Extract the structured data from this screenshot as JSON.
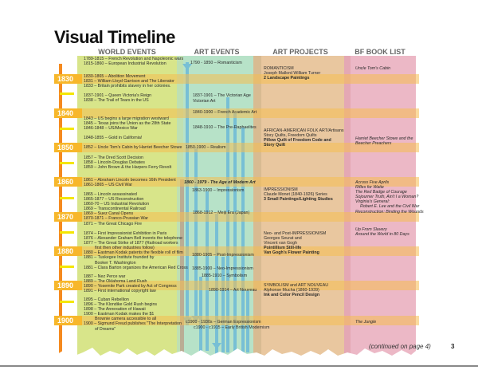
{
  "title": "Visual Timeline",
  "headers": {
    "world": "WORLD EVENTS",
    "art_events": "ART EVENTS",
    "art_projects": "ART PROJECTS",
    "book_list": "BF BOOK LIST"
  },
  "colors": {
    "world": "#d8e58a",
    "art_events": "#b7e2c8",
    "art_projects": "#e9c79f",
    "book_list": "#ecb8c6",
    "year_band": "#f7b72b",
    "timeline": "#f58a1f",
    "arrows": "#6cb9d8"
  },
  "years": [
    "1830",
    "1840",
    "1850",
    "1860",
    "1870",
    "1880",
    "1890",
    "1900"
  ],
  "world_events": [
    [
      "1789-1815 – French Revolution and Napoleonic wars",
      "1815-1860 – European Industrial Revolution"
    ],
    [
      "1830-1865 – Abolition Movement",
      "1831 – William Lloyd Garrison and The Liberator",
      "1833 – Britain prohibits slavery in her colonies."
    ],
    [
      "1837-1901 – Queen Victoria's Reign",
      "1838 – The Trail of Tears in the US"
    ],
    [
      "1843 – US begins a large migration westward",
      "1845 – Texas joins the Union as the 28th State",
      "1846-1848 – US/Mexico War"
    ],
    [
      "1848-1855 – Gold in California!"
    ],
    [
      "1852 – Uncle Tom's Cabin by Harriet Beecher Stowe"
    ],
    [
      "1857 – The Dred Scott Decision",
      "1858 – Lincoln-Douglas Debates",
      "1859 – John Brown & the Harpers Ferry Revolt"
    ],
    [
      "1861 – Abraham Lincoln becomes 16th President",
      "1861-1865 – US Civil War"
    ],
    [
      "1865 – Lincoln assassinated",
      "1865-1877 – US Reconstruction",
      "1860-70 – US Industrial Revolution",
      "1869 – Transcontinental Railroad",
      "1869 – Suez Canal Opens",
      "1870-1871 – Franco-Prussian War",
      "1871 – The Great Chicago Fire"
    ],
    [
      "1874 – First Impressionist Exhibition in Paris",
      "1876 – Alexander Graham Bell invents the telephone",
      "1877 – The Great Strike of 1877 (Railroad workers",
      "first then other industries follow)",
      "1880 – Eastman Kodak patents the flexible roll of film",
      "1881 – Tuskegee Institute founded by",
      "Booker T. Washington",
      "1881 – Clara Barton organizes the American Red Cross"
    ],
    [
      "1887 – Nez Perce war",
      "1889 – The Oklahoma Land Rush",
      "1890 – Yosemite Park created by Act of Congress",
      "1891 – First international copyright law"
    ],
    [
      "1895 – Cuban Rebellion",
      "1896 – The Klondike Gold Rush begins",
      "1898 – The Annexation of Hawaii",
      "1900 – Eastman Kodak makes the $1",
      "Brownie camera accessible to all",
      "1900 – Sigmund Freud publishes \"The Interpretation",
      "of Dreams\""
    ]
  ],
  "art_events": [
    "1790 - 1850 – Romanticism",
    "1837-1901 – The Victorian Age",
    "Victorian Art",
    "1840-1900 – French Academic Art",
    "1848-1910 – The Pre-Raphaelites",
    "1850-1900 – Realism",
    "1860 - 1979 - The Age of Modern Art",
    "1863-1900 – Impressionism",
    "1868-1912 – Meiji Era (Japan)",
    "1880-1905 – Post-Impressionism",
    "1885-1900 – Neo-Impressionism",
    "1885-1910 – Symbolism",
    "1890-1914 – Art Nouveau",
    "c1900 - 1930s – German Expressionism",
    "c1900 - c1915 – Early British Modernism"
  ],
  "art_projects": [
    [
      "ROMANTICISM",
      "Joseph Mallord William Turner",
      "2 Landscape Paintings"
    ],
    [
      "AFRICAN-AMERICAN FOLK ART/Artisans",
      "Story Quilts, Freedom Quilts",
      "Pillow Quilt of Freedom Code and",
      "Story Quilt"
    ],
    [
      "IMPRESSIONISM",
      "Claude Monet (1840-1926) Series",
      "3 Small Paintings/Lighting Studies"
    ],
    [
      "Neo- and Post-IMPRESSIONISM",
      "Georges Seurat and",
      "Vincent van Gogh",
      "Pointillism Still-life",
      "Van Gogh's  Flower Painting"
    ],
    [
      "SYMBOLISM and ART NOUVEAU",
      "Alphonse Mucha (1860-1939)",
      "Ink and Color Pencil Design"
    ]
  ],
  "book_list": [
    [
      "Uncle Tom's Cabin"
    ],
    [
      "Harriet Beecher Stowe and the",
      "Beecher Preachers"
    ],
    [
      "Across Five Aprils",
      "Rifles for Watie",
      "The Red Badge of Courage",
      "Sojourner Truth, Ain't I a Woman?",
      "Virginia's General:",
      "Robert E. Lee and the Civil War",
      "Reconstruction: Binding the Wounds"
    ],
    [
      "Up From Slavery",
      "Around the World in 80 Days"
    ],
    [
      "The Jungle"
    ]
  ],
  "footer": {
    "note": "(continued on page 4)",
    "page": "3"
  }
}
